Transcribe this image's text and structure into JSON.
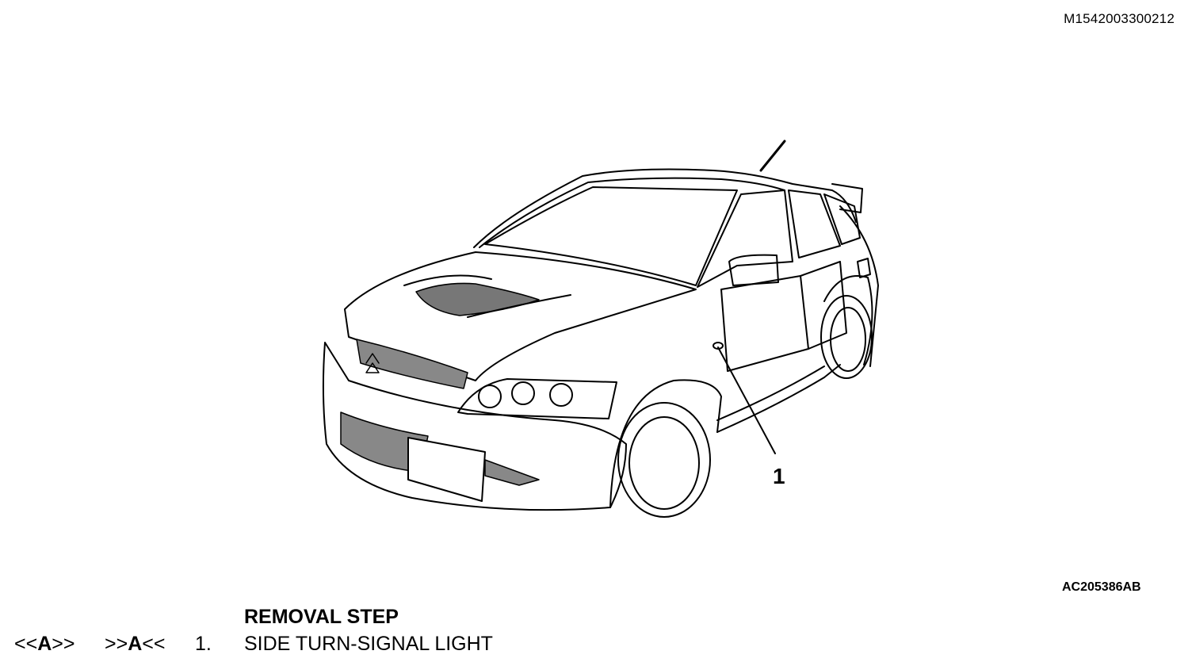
{
  "document_id": "M1542003300212",
  "illustration": {
    "subject_icon": "car-front-three-quarter-line-drawing",
    "callouts": [
      {
        "number": "1"
      }
    ],
    "art_code": "AC205386AB"
  },
  "removal": {
    "heading": "REMOVAL STEP",
    "steps": [
      {
        "removal_ref_prefix": "<<",
        "removal_ref_letter": "A",
        "removal_ref_suffix": ">>",
        "install_ref_prefix": ">>",
        "install_ref_letter": "A",
        "install_ref_suffix": "<<",
        "number": "1.",
        "name": "SIDE TURN-SIGNAL LIGHT"
      }
    ]
  }
}
